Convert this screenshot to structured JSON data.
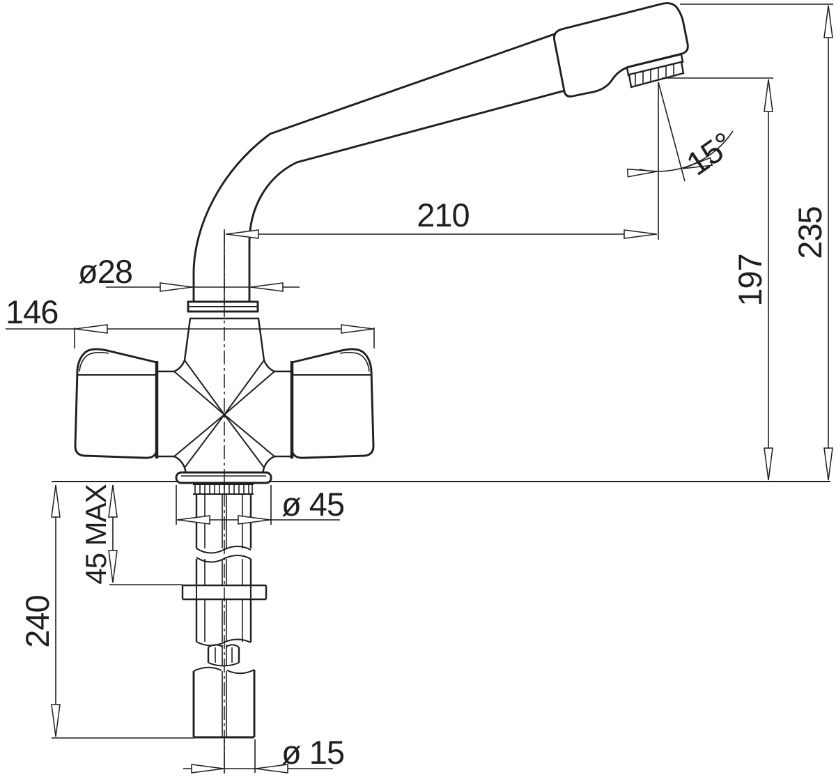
{
  "drawing": {
    "kind": "faucet dimensional technical drawing",
    "colors": {
      "line": "#1f1f1f",
      "background": "#ffffff"
    }
  },
  "labels": {
    "spout_reach": "210",
    "outlet_angle": "15°",
    "overall_height": "235",
    "outlet_height": "197",
    "spout_diameter": "ø28",
    "body_width": "146",
    "base_diameter": "ø 45",
    "max_deck_thickness": "45 MAX",
    "tailpiece_length": "240",
    "supply_pipe_diameter": "ø 15"
  }
}
